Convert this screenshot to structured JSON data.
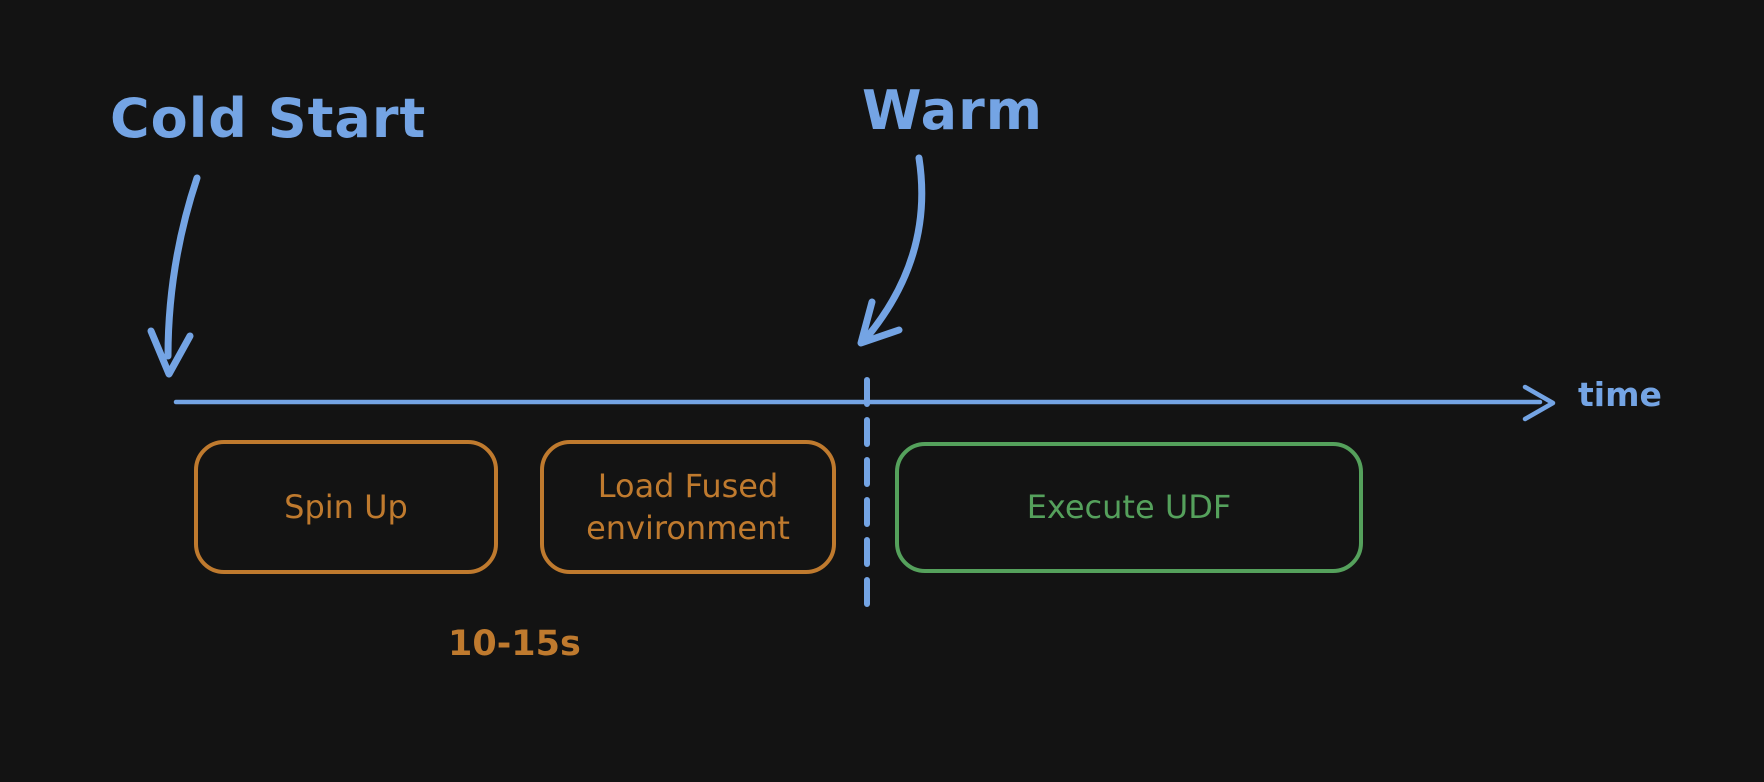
{
  "theme": {
    "background": "#131313",
    "blue": "#74a4e4",
    "orange": "#bf7a2e",
    "green": "#55a15c"
  },
  "annotations": {
    "cold_start": "Cold Start",
    "warm": "Warm"
  },
  "timeline": {
    "axis_label": "time"
  },
  "phases": [
    {
      "id": "spin-up",
      "label": "Spin Up",
      "color": "#bf7a2e"
    },
    {
      "id": "load-fused-environment",
      "label": "Load Fused\nenvironment",
      "color": "#bf7a2e"
    },
    {
      "id": "execute-udf",
      "label": "Execute UDF",
      "color": "#55a15c"
    }
  ],
  "duration_note": "10-15s"
}
